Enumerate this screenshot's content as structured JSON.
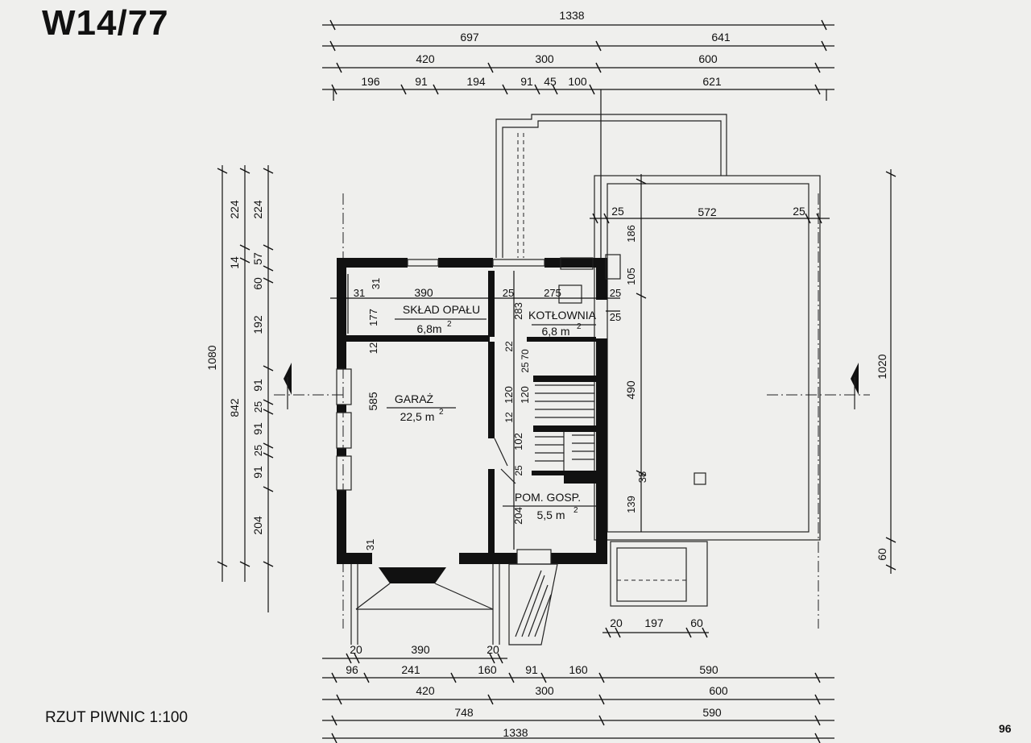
{
  "title": "W14/77",
  "caption": "RZUT PIWNIC 1:100",
  "page_number": "96",
  "rooms": {
    "sklad": {
      "name": "SKŁAD OPAŁU",
      "area": "6,8m",
      "sup": "2"
    },
    "kotlownia": {
      "name": "KOTŁOWNIA",
      "area": "6,8 m",
      "sup": "2"
    },
    "garaz": {
      "name": "GARAŻ",
      "area": "22,5 m",
      "sup": "2"
    },
    "pom": {
      "name": "POM. GOSP.",
      "area": "5,5 m",
      "sup": "2"
    }
  },
  "dims": {
    "top1": [
      "1338"
    ],
    "top2": [
      "697",
      "641"
    ],
    "top3": [
      "420",
      "300",
      "600"
    ],
    "top4": [
      "196",
      "91",
      "194",
      "91",
      "45",
      "100",
      "621"
    ],
    "terrace": [
      "25",
      "572",
      "25"
    ],
    "bot_stairs": [
      "20",
      "197",
      "60"
    ],
    "bot_entry": [
      "20",
      "390",
      "20"
    ],
    "bot1": [
      "96",
      "241",
      "160",
      "91",
      "160",
      "590"
    ],
    "bot2": [
      "420",
      "300",
      "600"
    ],
    "bot3": [
      "748",
      "590"
    ],
    "bot4": [
      "1338"
    ],
    "left_outer": [
      "1080"
    ],
    "left_mid": [
      "842",
      "224",
      "14"
    ],
    "left_inner": [
      "224",
      "57",
      "60",
      "192",
      "91",
      "25",
      "91",
      "25",
      "91",
      "204"
    ],
    "right_outer": [
      "1020",
      "60"
    ],
    "interior": {
      "d390": "390",
      "d31a": "31",
      "d31b": "31",
      "d177": "177",
      "d12a": "12",
      "d585": "585",
      "d31c": "31",
      "d25a": "25",
      "d275": "275",
      "d283": "283",
      "d25b": "25",
      "d25c": "25",
      "d105": "105",
      "d186": "186",
      "d490": "490",
      "d139": "139",
      "d38": "38",
      "d22": "22",
      "d70": "70",
      "d25d": "25",
      "d120a": "120",
      "d120b": "120",
      "d12b": "12",
      "d102": "102",
      "d25e": "25",
      "d204": "204",
      "d25f": "25"
    }
  }
}
